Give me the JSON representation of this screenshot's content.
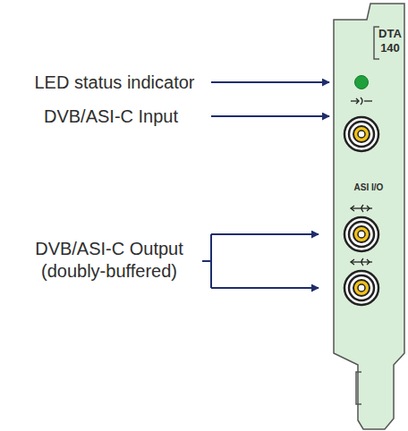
{
  "diagram": {
    "labels": [
      "DTA 140",
      "LED status indicator",
      "DVB/ASI-C Input",
      "ASI I/O",
      "DVB/ASI-C Output (doubly-buffered)"
    ]
  }
}
